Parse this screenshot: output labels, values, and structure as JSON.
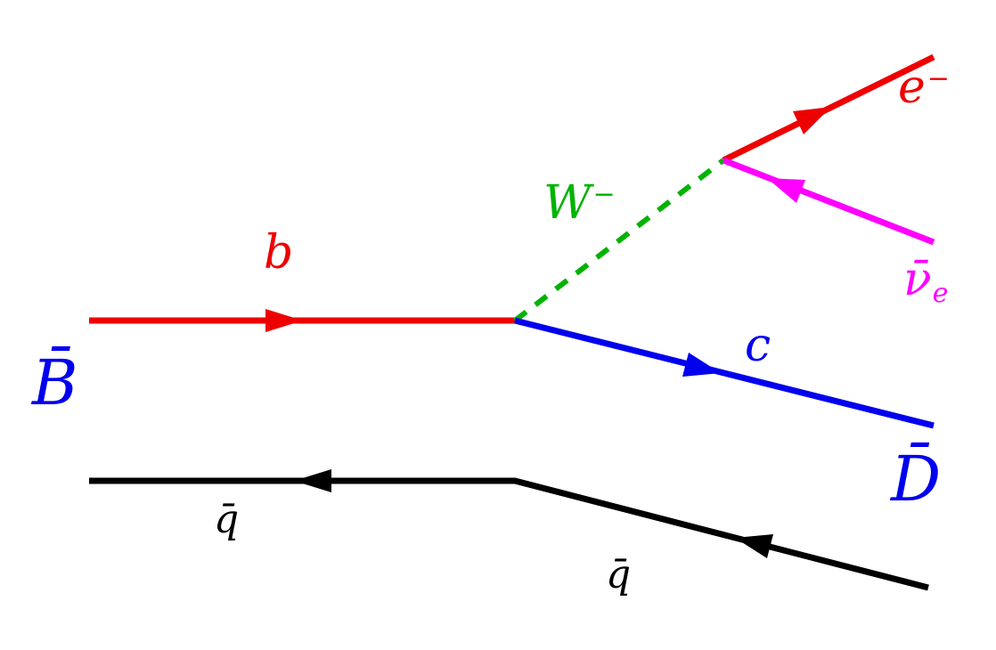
{
  "figure": {
    "kind": "feynman-diagram"
  },
  "colors": {
    "red": "#ee0000",
    "blue": "#0000ee",
    "green": "#00b300",
    "magenta": "#ff00ff",
    "black": "#000000",
    "background": "#ffffff"
  },
  "labels": {
    "b_quark": {
      "text": "b"
    },
    "w_boson": {
      "text": "W",
      "sup": "−"
    },
    "electron": {
      "text": "e",
      "sup": "−"
    },
    "electron_antineutrino": {
      "text": "ν̄",
      "sub": "e"
    },
    "c_quark": {
      "text": "c"
    },
    "b_meson": {
      "text": "B̄"
    },
    "d_meson": {
      "text": "D̄"
    },
    "spectator_quark_left": {
      "text": "q̄"
    },
    "spectator_quark_right": {
      "text": "q̄"
    }
  },
  "lines": [
    {
      "particle": "b",
      "style": "solid",
      "color": "red",
      "arrow": "forward"
    },
    {
      "particle": "W−",
      "style": "dashed",
      "color": "green",
      "arrow": "none"
    },
    {
      "particle": "c",
      "style": "solid",
      "color": "blue",
      "arrow": "forward"
    },
    {
      "particle": "e−",
      "style": "solid",
      "color": "red",
      "arrow": "forward"
    },
    {
      "particle": "ν̄e",
      "style": "solid",
      "color": "magenta",
      "arrow": "backward"
    },
    {
      "particle": "q̄ (spectator)",
      "style": "solid",
      "color": "black",
      "arrow": "backward"
    }
  ]
}
